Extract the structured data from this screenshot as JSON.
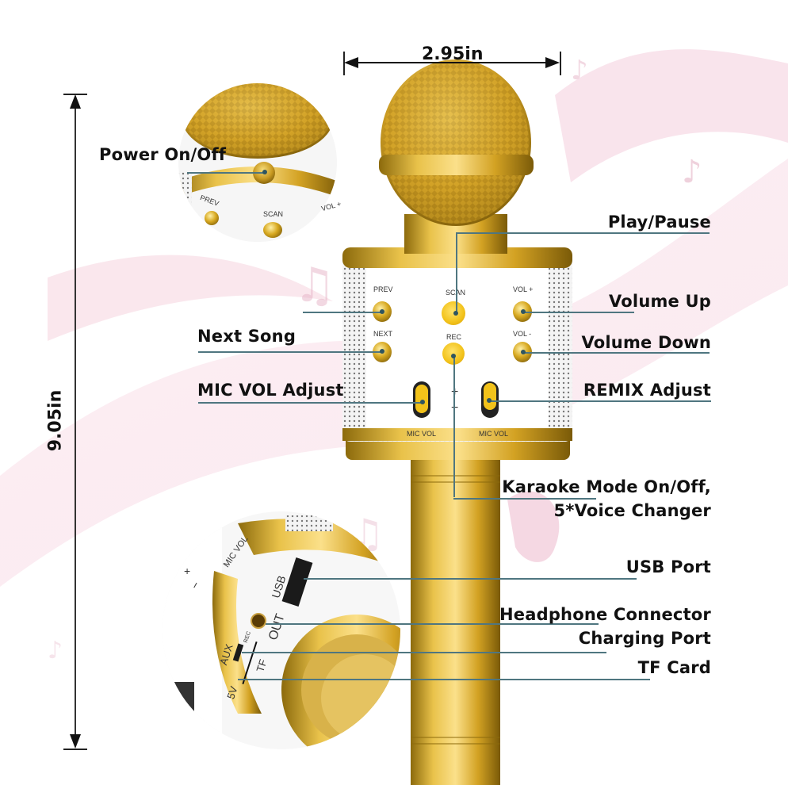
{
  "dimensions": {
    "width_label": "2.95in",
    "height_label": "9.05in"
  },
  "labels_left": {
    "power": "Power On/Off",
    "next_song": "Next Song",
    "mic_vol": "MIC VOL Adjust"
  },
  "labels_right": {
    "play_pause": "Play/Pause",
    "volume_up": "Volume Up",
    "volume_down": "Volume Down",
    "remix": "REMIX Adjust",
    "karaoke_line1": "Karaoke Mode On/Off,",
    "karaoke_line2": "5*Voice Changer",
    "usb": "USB Port",
    "headphone": "Headphone Connector",
    "charging": "Charging Port",
    "tf": "TF Card"
  },
  "device_markings": {
    "prev": "PREV",
    "scan": "SCAN",
    "vol_plus": "VOL +",
    "next": "NEXT",
    "rec": "REC",
    "vol_minus": "VOL -",
    "plus": "+",
    "minus": "−",
    "mic_vol_left": "MIC VOL",
    "mic_vol_right": "MIC VOL",
    "inset_prev": "PREV",
    "inset_scan": "SCAN",
    "inset_vol": "VOL +",
    "usb": "USB",
    "out": "OUT",
    "aux": "AUX",
    "rec_small": "REC",
    "tf": "TF",
    "five_v": "5V"
  },
  "colors": {
    "gold": "#d4a520",
    "gold_dark": "#7a5a08",
    "button_yellow": "#f5c518",
    "leader_line": "#4f7680",
    "pink_bg": "#f3c6d6"
  }
}
